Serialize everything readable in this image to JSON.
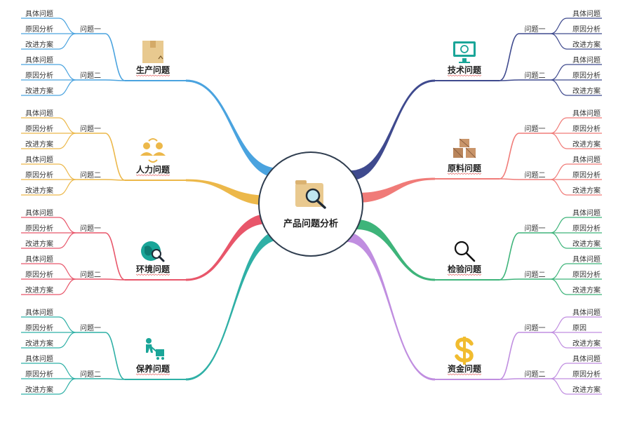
{
  "center": {
    "title": "产品问题分析",
    "icon": "folder-search-icon"
  },
  "topics": [
    {
      "title": "生产问题",
      "icon": "box-icon",
      "color": "#4aa3df",
      "groups": [
        {
          "label": "问题一",
          "leaves": [
            "具体问题",
            "原因分析",
            "改进方案"
          ]
        },
        {
          "label": "问题二",
          "leaves": [
            "具体问题",
            "原因分析",
            "改进方案"
          ]
        }
      ]
    },
    {
      "title": "人力问题",
      "icon": "people-icon",
      "color": "#ecb84a",
      "groups": [
        {
          "label": "问题一",
          "leaves": [
            "具体问题",
            "原因分析",
            "改进方案"
          ]
        },
        {
          "label": "问题二",
          "leaves": [
            "具体问题",
            "原因分析",
            "改进方案"
          ]
        }
      ]
    },
    {
      "title": "环境问题",
      "icon": "globe-search-icon",
      "color": "#e8566a",
      "groups": [
        {
          "label": "问题一",
          "leaves": [
            "具体问题",
            "原因分析",
            "改进方案"
          ]
        },
        {
          "label": "问题二",
          "leaves": [
            "具体问题",
            "原因分析",
            "改进方案"
          ]
        }
      ]
    },
    {
      "title": "保养问题",
      "icon": "worker-cart-icon",
      "color": "#2fb0a6",
      "groups": [
        {
          "label": "问题一",
          "leaves": [
            "具体问题",
            "原因分析",
            "改进方案"
          ]
        },
        {
          "label": "问题二",
          "leaves": [
            "具体问题",
            "原因分析",
            "改进方案"
          ]
        }
      ]
    },
    {
      "title": "技术问题",
      "icon": "monitor-icon",
      "color": "#3f4a8e",
      "groups": [
        {
          "label": "问题一",
          "leaves": [
            "具体问题",
            "原因分析",
            "改进方案"
          ]
        },
        {
          "label": "问题二",
          "leaves": [
            "具体问题",
            "原因分析",
            "改进方案"
          ]
        }
      ]
    },
    {
      "title": "原料问题",
      "icon": "crates-icon",
      "color": "#f07b78",
      "groups": [
        {
          "label": "问题一",
          "leaves": [
            "具体问题",
            "原因分析",
            "改进方案"
          ]
        },
        {
          "label": "问题二",
          "leaves": [
            "具体问题",
            "原因分析",
            "改进方案"
          ]
        }
      ]
    },
    {
      "title": "检验问题",
      "icon": "magnifier-icon",
      "color": "#3eb47a",
      "groups": [
        {
          "label": "问题一",
          "leaves": [
            "具体问题",
            "原因分析",
            "改进方案"
          ]
        },
        {
          "label": "问题二",
          "leaves": [
            "具体问题",
            "原因分析",
            "改进方案"
          ]
        }
      ]
    },
    {
      "title": "资金问题",
      "icon": "dollar-icon",
      "color": "#c08ee0",
      "groups": [
        {
          "label": "问题一",
          "leaves": [
            "具体问题",
            "原因",
            "改进方案"
          ]
        },
        {
          "label": "问题二",
          "leaves": [
            "具体问题",
            "原因分析",
            "改进方案"
          ]
        }
      ]
    }
  ]
}
